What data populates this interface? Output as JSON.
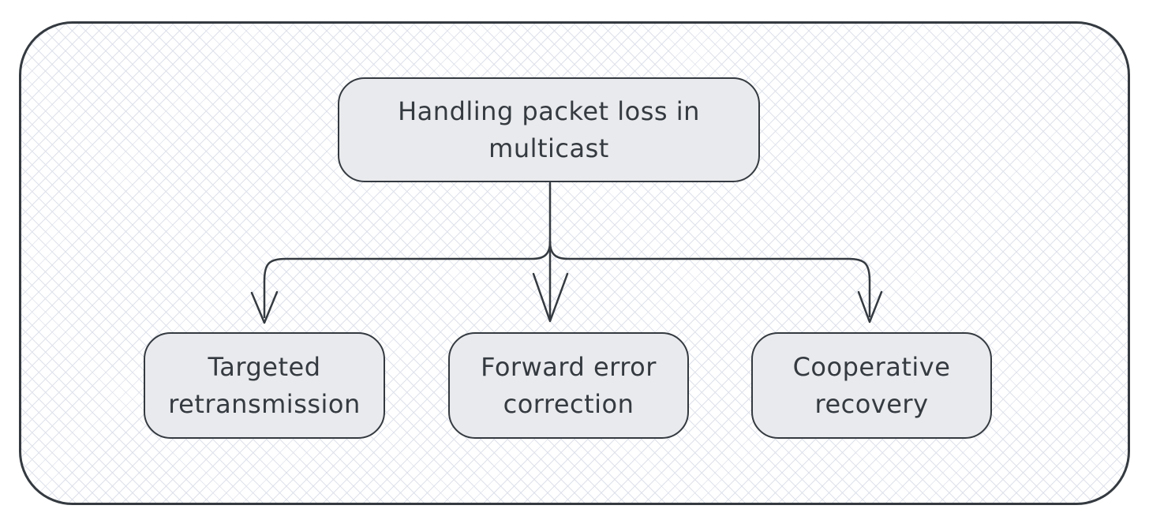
{
  "diagram": {
    "type": "flowchart",
    "title": "Handling packet loss in multicast"
  },
  "colors": {
    "stroke": "#343a40",
    "node_fill": "#e9eaed",
    "pattern_line": "#dfe2eb",
    "background": "#ffffff"
  },
  "nodes": {
    "root": {
      "id": "root",
      "line1": "Handling packet loss in",
      "line2": "multicast"
    },
    "child1": {
      "id": "child1",
      "line1": "Targeted",
      "line2": "retransmission"
    },
    "child2": {
      "id": "child2",
      "line1": "Forward error",
      "line2": "correction"
    },
    "child3": {
      "id": "child3",
      "line1": "Cooperative",
      "line2": "recovery"
    }
  },
  "edges": [
    {
      "from": "root",
      "to": "child1",
      "arrowhead": "open-v"
    },
    {
      "from": "root",
      "to": "child2",
      "arrowhead": "open-v"
    },
    {
      "from": "root",
      "to": "child3",
      "arrowhead": "open-v"
    }
  ]
}
